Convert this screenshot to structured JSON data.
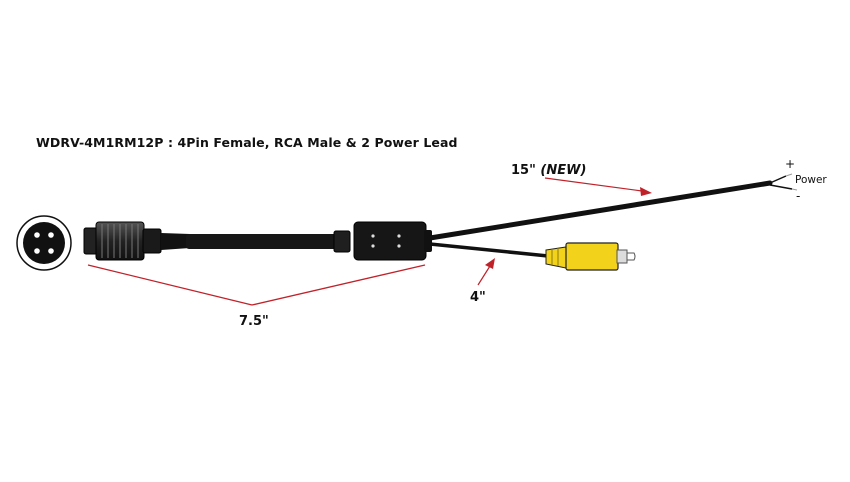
{
  "title": "WDRV-4M1RM12P : 4Pin Female, RCA Male & 2 Power Lead",
  "measurements": {
    "power_length": "15\"",
    "power_note": "(NEW)",
    "rca_length": "4\"",
    "main_length": "7.5\""
  },
  "power": {
    "label": "Power",
    "positive": "+",
    "negative": "-"
  },
  "colors": {
    "cable": "#1a1a1a",
    "arrow": "#c0222a",
    "rca_yellow": "#f2d21b",
    "rca_tip": "#e8e8e8"
  },
  "icons": [
    "4-pin-connector-face-icon",
    "aviation-connector-icon",
    "splitter-box-icon",
    "rca-plug-icon",
    "power-lead-icon"
  ]
}
